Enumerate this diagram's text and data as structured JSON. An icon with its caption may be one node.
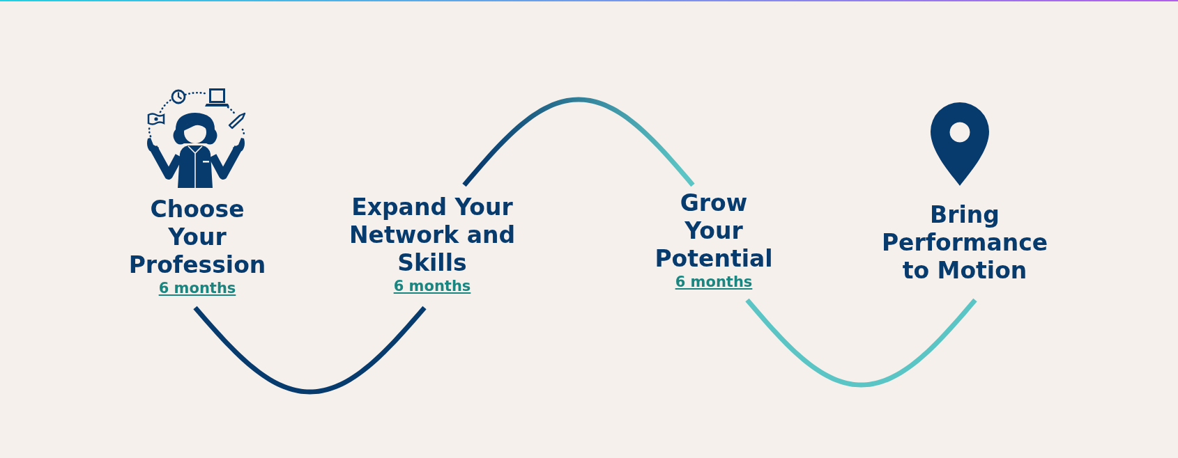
{
  "diagram": {
    "nodes": [
      {
        "text": [
          "Choose Your Profession"
        ],
        "beside": [
          "6 months"
        ]
      },
      {
        "text": [
          "Expand Your Network and Skills"
        ],
        "beside": [
          "6 months"
        ]
      },
      {
        "text": [
          "Grow Your Potential"
        ],
        "beside": [
          "6 months"
        ]
      },
      {
        "text": [
          "Bring Performance to Motion"
        ]
      }
    ],
    "edges": [
      {
        "from": 0,
        "to": 1,
        "arrow": "none",
        "color": "#073a6d"
      },
      {
        "from": 1,
        "to": 2,
        "arrow": "none",
        "color": "#5bc4c4"
      },
      {
        "from": 2,
        "to": 3,
        "arrow": "none",
        "color": "#5bc4c4"
      }
    ]
  }
}
